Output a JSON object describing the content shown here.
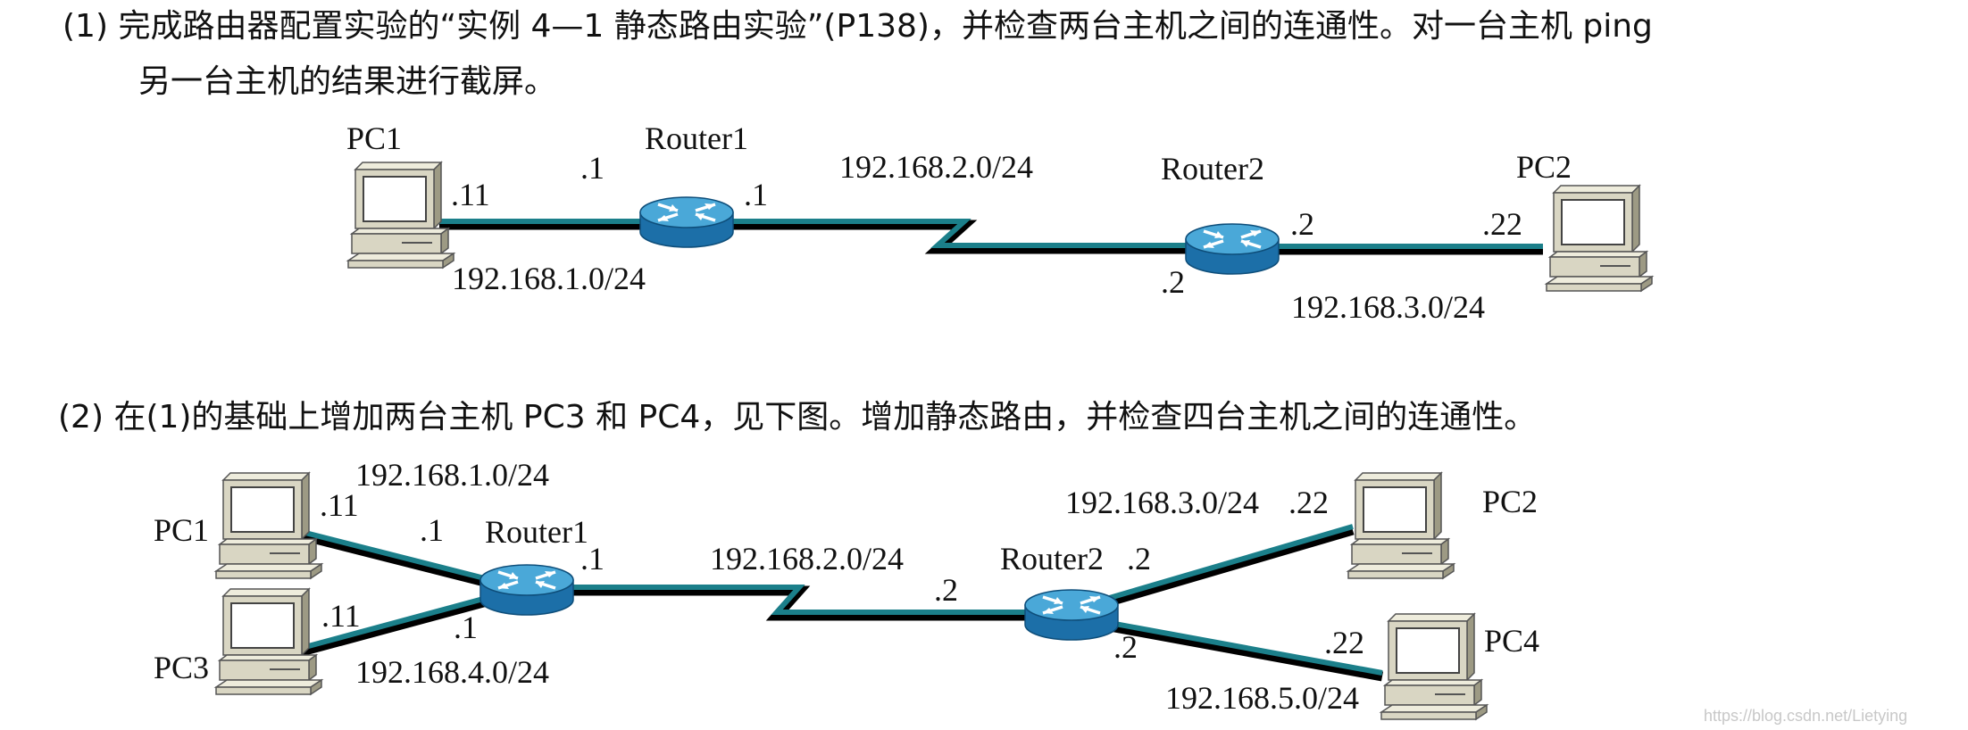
{
  "tasks": {
    "t1_line1": "(1) 完成路由器配置实验的“实例 4—1 静态路由实验”(P138)，并检查两台主机之间的连通性。对一台主机 ping",
    "t1_line2": "另一台主机的结果进行截屏。",
    "t2_line1": "(2) 在(1)的基础上增加两台主机 PC3 和 PC4，见下图。增加静态路由，并检查四台主机之间的连通性。"
  },
  "diagram1": {
    "pc1": "PC1",
    "pc2": "PC2",
    "router1": "Router1",
    "router2": "Router2",
    "net12": "192.168.2.0/24",
    "net1": "192.168.1.0/24",
    "net3": "192.168.3.0/24",
    "pc1_ip": ".11",
    "r1_lan_ip": ".1",
    "r1_wan_ip": ".1",
    "r2_wan_ip": ".2",
    "r2_lan_ip": ".2",
    "pc2_ip": ".22"
  },
  "diagram2": {
    "pc1": "PC1",
    "pc2": "PC2",
    "pc3": "PC3",
    "pc4": "PC4",
    "router1": "Router1",
    "router2": "Router2",
    "net1": "192.168.1.0/24",
    "net2": "192.168.2.0/24",
    "net3": "192.168.3.0/24",
    "net4": "192.168.4.0/24",
    "net5": "192.168.5.0/24",
    "pc1_ip": ".11",
    "pc3_ip": ".11",
    "r1_pc1_ip": ".1",
    "r1_pc3_ip": ".1",
    "r1_wan_ip": ".1",
    "r2_wan_ip": ".2",
    "r2_pc2_ip": ".2",
    "r2_pc4_ip": ".2",
    "pc2_ip": ".22",
    "pc4_ip": ".22"
  },
  "watermark": "https://blog.csdn.net/Lietying",
  "colors": {
    "link": "#1b7f8a",
    "router_top": "#4aa8d8",
    "router_body": "#1c6fa8",
    "pc_beige": "#d9d6c3"
  },
  "icons": {
    "router": "router-icon",
    "pc": "computer-icon"
  }
}
